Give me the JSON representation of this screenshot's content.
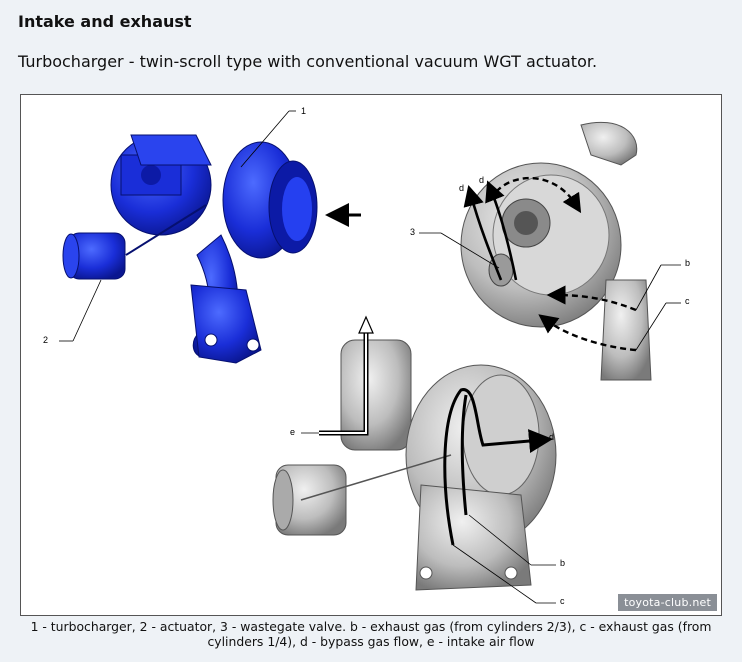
{
  "section": {
    "title": "Intake and exhaust"
  },
  "figure": {
    "subtitle": "Turbocharger - twin-scroll type with conventional vacuum WGT actuator.",
    "callouts": {
      "c1": "1",
      "c2": "2",
      "c3": "3",
      "b1": "b",
      "c_top": "c",
      "d1": "d",
      "d2": "d",
      "e1": "e",
      "d3": "d",
      "b2": "b",
      "c_bottom": "c"
    },
    "watermark": "toyota-club.net",
    "caption_line1": "1 - turbocharger, 2 - actuator, 3 - wastegate valve. b - exhaust gas (from cylinders 2/3), c - exhaust gas (from",
    "caption_line2": "cylinders 1/4), d - bypass gas flow, e - intake air flow",
    "colors": {
      "turbo_highlight": "#1a2ed8",
      "grey_body": "#b8b8b8",
      "frame": "#555555"
    }
  }
}
